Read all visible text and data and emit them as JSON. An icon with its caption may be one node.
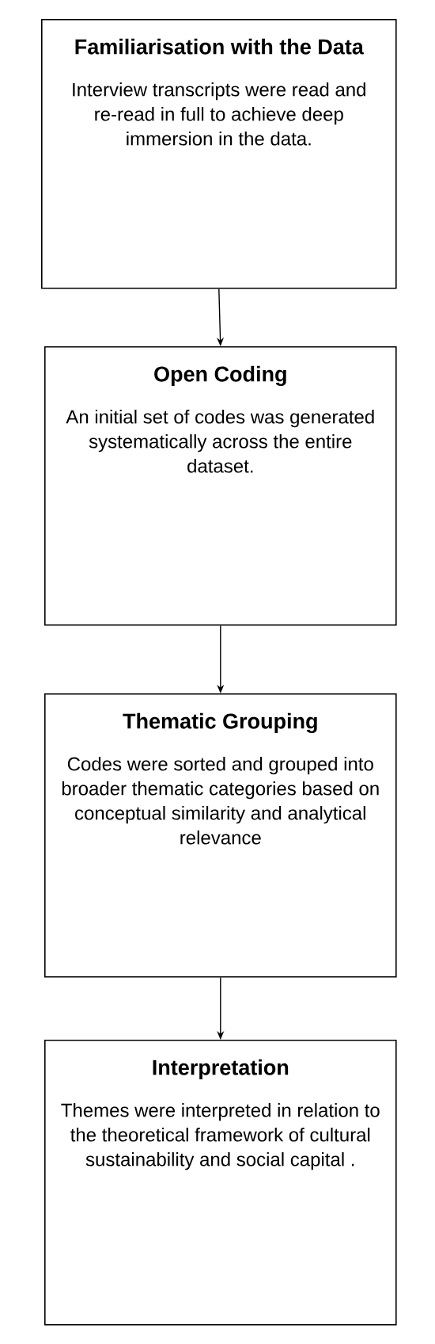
{
  "diagram": {
    "nodes": [
      {
        "text": [
          "Familiarisation with the Data",
          "Interview transcripts were read and re-read in full to achieve deep immersion in the data."
        ]
      },
      {
        "text": [
          "Open Coding",
          "An initial set of codes was generated systematically across the entire dataset."
        ]
      },
      {
        "text": [
          "Thematic Grouping",
          "Codes were sorted and grouped into broader thematic categories based on conceptual similarity and analytical relevance"
        ]
      },
      {
        "text": [
          "Interpretation",
          "Themes were interpreted in relation to the theoretical framework of cultural sustainability and social capital ."
        ]
      }
    ],
    "edges": [
      {
        "from": 0,
        "to": 1,
        "arrow": "to"
      },
      {
        "from": 1,
        "to": 2,
        "arrow": "to"
      },
      {
        "from": 2,
        "to": 3,
        "arrow": "to"
      }
    ]
  }
}
